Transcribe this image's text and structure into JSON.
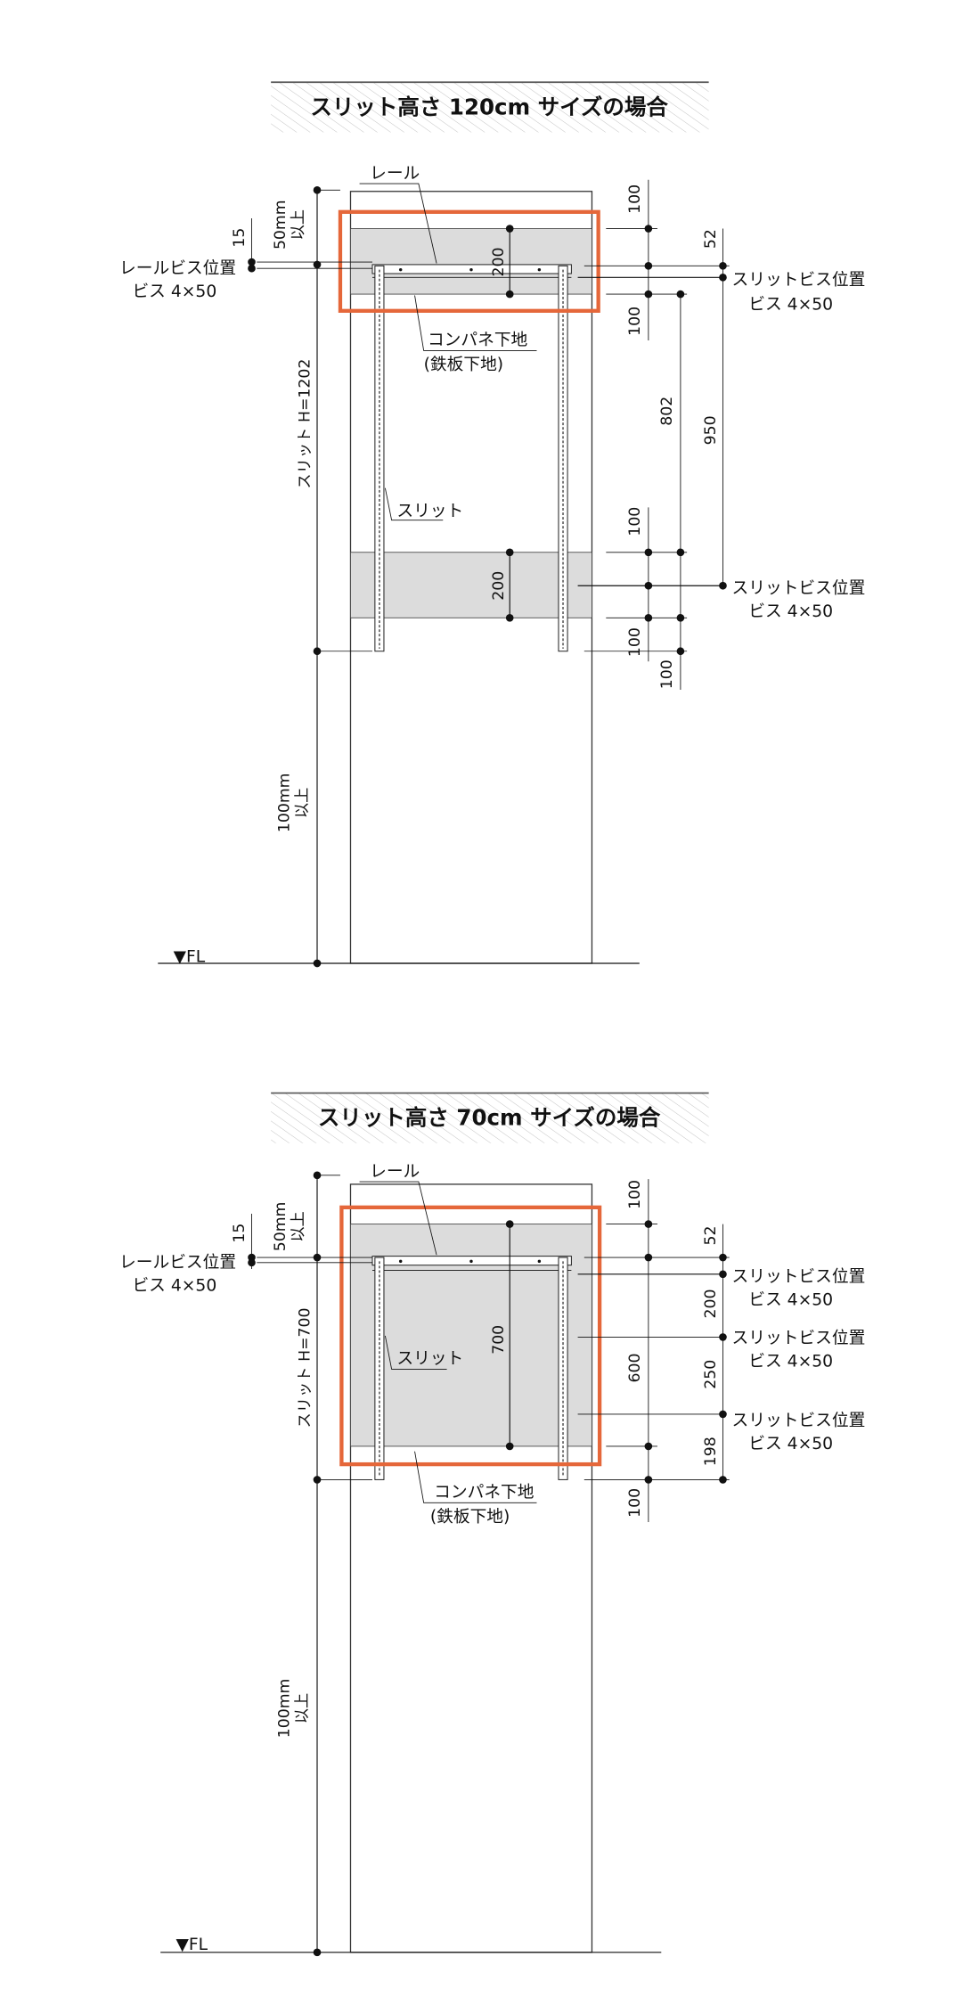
{
  "sections": [
    {
      "title": "スリット高さ 120cm サイズの場合",
      "rail_label": "レール",
      "board_label_1": "コンパネ下地",
      "board_label_2": "(鉄板下地)",
      "slit_label": "スリット",
      "rail_screw_label": "レールビス位置",
      "rail_screw_spec": "ビス 4×50",
      "slit_screw_labels": [
        {
          "label": "スリットビス位置",
          "spec": "ビス 4×50"
        },
        {
          "label": "スリットビス位置",
          "spec": "ビス 4×50"
        }
      ],
      "dim_15": "15",
      "dim_top_clear": "50mm",
      "dim_top_clear_2": "以上",
      "slit_height": "スリット H=1202",
      "dim_bottom_clear": "100mm",
      "dim_bottom_clear_2": "以上",
      "floor_label": "▼FL",
      "inner_dims": [
        "200",
        "200"
      ],
      "right_dims_a": [
        "100",
        "100",
        "100",
        "100"
      ],
      "right_dims_b": [
        "802",
        "100"
      ],
      "right_dims_c": [
        "52",
        "950"
      ]
    },
    {
      "title": "スリット高さ 70cm サイズの場合",
      "rail_label": "レール",
      "board_label_1": "コンパネ下地",
      "board_label_2": "(鉄板下地)",
      "slit_label": "スリット",
      "rail_screw_label": "レールビス位置",
      "rail_screw_spec": "ビス 4×50",
      "slit_screw_labels": [
        {
          "label": "スリットビス位置",
          "spec": "ビス 4×50"
        },
        {
          "label": "スリットビス位置",
          "spec": "ビス 4×50"
        },
        {
          "label": "スリットビス位置",
          "spec": "ビス 4×50"
        }
      ],
      "dim_15": "15",
      "dim_top_clear": "50mm",
      "dim_top_clear_2": "以上",
      "slit_height": "スリット H=700",
      "dim_bottom_clear": "100mm",
      "dim_bottom_clear_2": "以上",
      "floor_label": "▼FL",
      "inner_dims": [
        "700"
      ],
      "right_dims_a": [
        "100",
        "600",
        "100"
      ],
      "right_dims_c": [
        "52",
        "200",
        "250",
        "198"
      ]
    }
  ],
  "colors": {
    "highlight": "#e5673a",
    "board": "#dcdcdc"
  }
}
